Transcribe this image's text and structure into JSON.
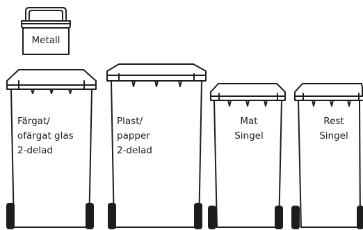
{
  "caddy": {
    "label": "Metall",
    "icon": "metal-caddy-icon"
  },
  "bins": [
    {
      "id": "glass",
      "label": "Färgat/\nofärgat glas\n2-delad",
      "icon": "wheelie-bin-icon"
    },
    {
      "id": "plastic-paper",
      "label": "Plast/\npapper\n2-delad",
      "icon": "wheelie-bin-icon"
    },
    {
      "id": "food",
      "label": "Mat\nSingel",
      "icon": "wheelie-bin-icon"
    },
    {
      "id": "rest",
      "label": "Rest\nSingel",
      "icon": "wheelie-bin-icon"
    }
  ],
  "colors": {
    "outline": "#1d1d1d",
    "background": "#ffffff"
  }
}
